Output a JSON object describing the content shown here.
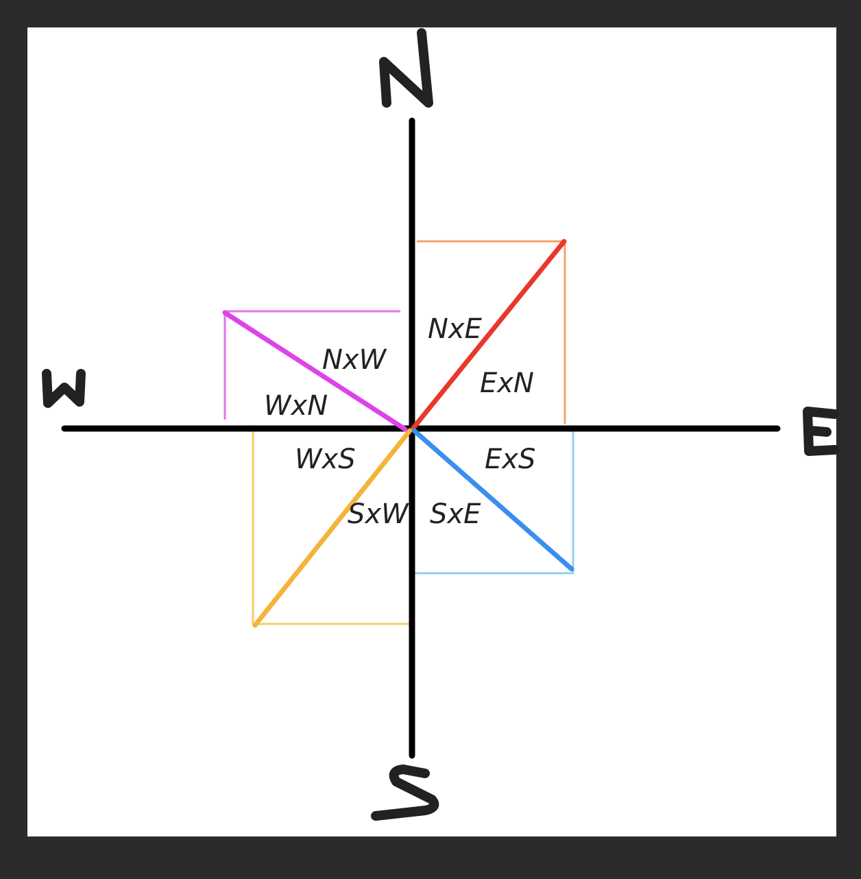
{
  "diagram": {
    "cardinals": {
      "north": "N",
      "south": "S",
      "west": "W",
      "east": "E"
    },
    "labels": {
      "nxe": "NxE",
      "exn": "ExN",
      "nxw": "NxW",
      "wxn": "WxN",
      "wxs": "WxS",
      "sxw": "SxW",
      "sxe": "SxE",
      "exs": "ExS"
    },
    "colors": {
      "background": "#2b2b2b",
      "canvas": "#ffffff",
      "axes": "#000000",
      "ne_vector": "#e8382a",
      "ne_box": "#f4a06a",
      "nw_vector": "#dd44e8",
      "nw_box": "#e672ee",
      "sw_vector": "#f4b43a",
      "sw_box": "#f6cc6a",
      "se_vector": "#3a8ef0",
      "se_box": "#8fd0f6"
    }
  }
}
